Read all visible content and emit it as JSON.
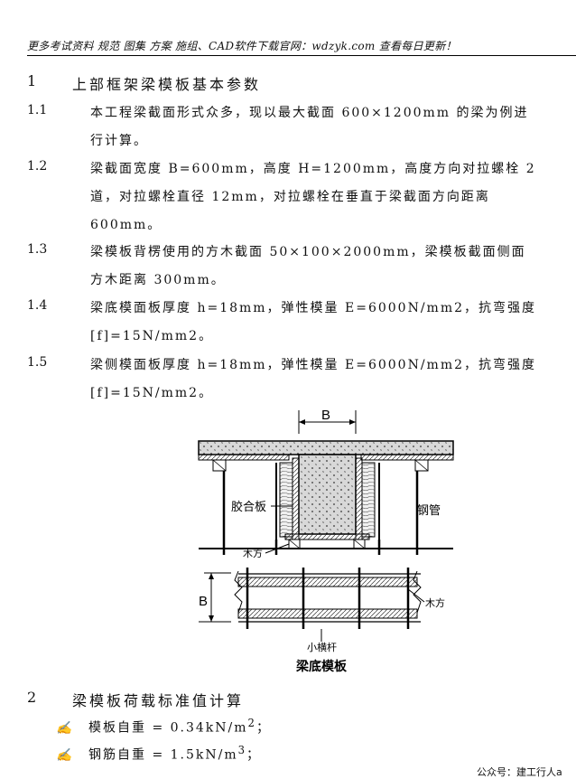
{
  "header": {
    "banner": "更多考试资料 规范 图集 方案 施组、CAD软件下载官网：wdzyk.com 查看每日更新！"
  },
  "section1": {
    "num": "1",
    "title": "上部框架梁模板基本参数",
    "items": [
      {
        "num": "1.1",
        "lines": [
          "本工程梁截面形式众多，现以最大截面 600×1200mm 的梁为例进",
          "行计算。"
        ]
      },
      {
        "num": "1.2",
        "lines": [
          "梁截面宽度 B=600mm，高度 H=1200mm，高度方向对拉螺栓 2",
          "道，对拉螺栓直径 12mm，对拉螺栓在垂直于梁截面方向距离",
          "600mm。"
        ]
      },
      {
        "num": "1.3",
        "lines": [
          "梁模板背楞使用的方木截面 50×100×2000mm，梁模板截面侧面",
          "方木距离 300mm。"
        ]
      },
      {
        "num": "1.4",
        "lines": [
          "梁底模面板厚度 h=18mm，弹性模量 E=6000N/mm2，抗弯强度",
          "[f]=15N/mm2。"
        ]
      },
      {
        "num": "1.5",
        "lines": [
          "梁侧模面板厚度 h=18mm，弹性模量 E=6000N/mm2，抗弯强度",
          "[f]=15N/mm2。"
        ]
      }
    ]
  },
  "diagram": {
    "label_b_top": "B",
    "label_plywood": "胶合板",
    "label_steel_pipe": "钢管",
    "label_timber": "木方",
    "label_b_left": "B",
    "label_timber_right": "木方",
    "label_small_bar": "小横杆",
    "caption": "梁底模板"
  },
  "section2": {
    "num": "2",
    "title": "梁模板荷载标准值计算",
    "bullet_mark": "✍",
    "items": [
      {
        "text": "模板自重 = 0.34kN/m",
        "sup": "2",
        "tail": "；"
      },
      {
        "text": "钢筋自重 = 1.5kN/m",
        "sup": "3",
        "tail": "；"
      }
    ]
  },
  "footer": {
    "watermark": "公众号：建工行人a"
  }
}
